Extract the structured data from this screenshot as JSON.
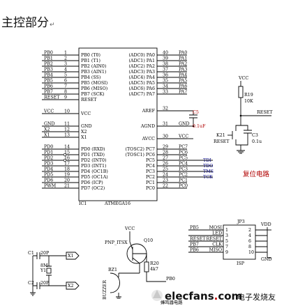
{
  "heading": "主控部分",
  "heading_mark": "↵",
  "mcu": {
    "ref": "IC1",
    "part": "ATMEGA16",
    "left_pins": [
      {
        "num": "1",
        "inner": "PB0 (T0)",
        "net": "PB0"
      },
      {
        "num": "2",
        "inner": "PB1 (T1)",
        "net": "PB1"
      },
      {
        "num": "3",
        "inner": "PB2 (AIN0)",
        "net": "PB2"
      },
      {
        "num": "4",
        "inner": "PB3 (AIN1)",
        "net": "PB3"
      },
      {
        "num": "5",
        "inner": "PB4 (SS)",
        "net": "PB4"
      },
      {
        "num": "6",
        "inner": "PB5 (MOSI)",
        "net": "PB5"
      },
      {
        "num": "7",
        "inner": "PB6 (MISO)",
        "net": "PB6"
      },
      {
        "num": "8",
        "inner": "PB7 (SCK)",
        "net": "PB7"
      },
      {
        "num": "9",
        "inner": "RESET",
        "net": "RESET"
      },
      {
        "num": "10",
        "inner": "VCC",
        "net": "VCC"
      },
      {
        "num": "11",
        "inner": "GND",
        "net": "GND"
      },
      {
        "num": "12",
        "inner": "X2",
        "net": "X2"
      },
      {
        "num": "13",
        "inner": "X1",
        "net": "X1"
      },
      {
        "num": "14",
        "inner": "PD0 (RXD)",
        "net": "PD0"
      },
      {
        "num": "15",
        "inner": "PD1 (TXD)",
        "net": "PD1"
      },
      {
        "num": "16",
        "inner": "PD2 (INT0)",
        "net": "PD2"
      },
      {
        "num": "17",
        "inner": "PD3 (INT1)",
        "net": "PD3"
      },
      {
        "num": "18",
        "inner": "PD4 (OC1B)",
        "net": "PD4"
      },
      {
        "num": "19",
        "inner": "PD5 (OC1A)",
        "net": "PD5"
      },
      {
        "num": "20",
        "inner": "PD6 (ICP)",
        "net": "PD6"
      },
      {
        "num": "21",
        "inner": "PD7 (OC2)",
        "net": "PWM"
      }
    ],
    "right_pins": [
      {
        "num": "40",
        "inner": "(ADC0) PA0",
        "net": "PA0"
      },
      {
        "num": "39",
        "inner": "(ADC1) PA1",
        "net": "PA1"
      },
      {
        "num": "38",
        "inner": "(ADC2) PA2",
        "net": "PA2"
      },
      {
        "num": "37",
        "inner": "(ADC3) PA3",
        "net": "PA3"
      },
      {
        "num": "36",
        "inner": "(ADC4) PA4",
        "net": "PA4"
      },
      {
        "num": "35",
        "inner": "(ADC5) PA5",
        "net": "PA5"
      },
      {
        "num": "34",
        "inner": "(ADC6) PA6",
        "net": "PA6"
      },
      {
        "num": "33",
        "inner": "(ADC7) PA7",
        "net": "PA7"
      },
      {
        "num": "32",
        "inner": "AREF",
        "net": ""
      },
      {
        "num": "31",
        "inner": "AGND",
        "net": "GND"
      },
      {
        "num": "30",
        "inner": "AVCC",
        "net": "VCC"
      },
      {
        "num": "29",
        "inner": "(TOSC2) PC7",
        "net": "PC7"
      },
      {
        "num": "28",
        "inner": "(TOSC1) PC6",
        "net": "PC6"
      },
      {
        "num": "27",
        "inner": "PC5",
        "net": "PC5"
      },
      {
        "num": "26",
        "inner": "PC4",
        "net": "PC4"
      },
      {
        "num": "25",
        "inner": "PC3",
        "net": "PC3"
      },
      {
        "num": "24",
        "inner": "PC2",
        "net": "PC2"
      },
      {
        "num": "23",
        "inner": "PC1",
        "net": "PC1"
      },
      {
        "num": "22",
        "inner": "PC0",
        "net": "PC0"
      }
    ],
    "jtag_labels": [
      "TDI",
      "TDO",
      "TMS",
      "TCK"
    ]
  },
  "aref_cap": {
    "ref": "C5",
    "value": "0.1uF"
  },
  "reset": {
    "vcc": "VCC",
    "r_ref": "R19",
    "r_val": "10K",
    "net": "RESET",
    "sw_ref": "K21",
    "sw_name": "RESET",
    "c_ref": "C3",
    "c_val": "0.1u",
    "caption": "复位电路"
  },
  "isp": {
    "ref": "JP3",
    "name": "ISP",
    "left": [
      "PB5",
      "",
      "RESET",
      "PB7",
      "PB6"
    ],
    "right": [
      "MOSI",
      "LED",
      "RESET",
      "CLK",
      "MISO"
    ],
    "pins_left": [
      "1",
      "3",
      "5",
      "7",
      "9"
    ],
    "pins_right": [
      "2",
      "4",
      "6",
      "8",
      "10"
    ],
    "vdd": "VDD",
    "gnd": "GND"
  },
  "crystal": {
    "c1": "C1",
    "c1v": "20P",
    "c2": "C2",
    "c2v": "20P",
    "y": "Y1",
    "yv": "8M",
    "x1": "X1",
    "x2": "X2"
  },
  "buzzer": {
    "q": "Q10",
    "qtype": "PNP_ITSX",
    "vcc": "VCC",
    "r": "R20",
    "rv": "4k7",
    "bz": "BZ1",
    "bzname": "BUZZER",
    "net": "PB0",
    "caption": "蜂鸣器电路"
  },
  "watermark": {
    "site": "elecfans",
    "dot": ".",
    "com": "com",
    "cn": "电子发烧友"
  }
}
